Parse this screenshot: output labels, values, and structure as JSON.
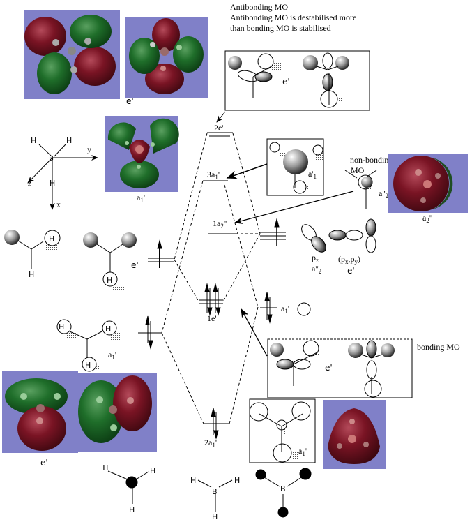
{
  "title_notes": {
    "line1": "Antibonding  MO",
    "line2": "Antibonding  MO is destabilised more",
    "line3": "than bonding  MO is stabilised"
  },
  "colors": {
    "render_bg": "#8080c8",
    "lobe_red": "#7a1424",
    "lobe_green": "#1f6e2a",
    "line": "#000000"
  },
  "axes": {
    "x": "x",
    "y": "y",
    "z": "z",
    "atom_center": "B",
    "h": "H"
  },
  "mo_levels": [
    {
      "id": "2e-prime",
      "label": "2e'",
      "kind": "antibonding",
      "electrons": 0
    },
    {
      "id": "3a1-prime",
      "label": "3a",
      "sub": "1",
      "sup": "'",
      "kind": "antibonding",
      "electrons": 0
    },
    {
      "id": "1a2-dprime",
      "label": "1a",
      "sub": "2",
      "sup": "''",
      "kind": "non-bonding",
      "electrons": 0
    },
    {
      "id": "1e-prime",
      "label": "1e'",
      "kind": "bonding",
      "electrons": 4
    },
    {
      "id": "2a1-prime",
      "label": "2a",
      "sub": "1",
      "sup": "'",
      "kind": "bonding",
      "electrons": 2
    }
  ],
  "fragment_left": {
    "e_prime_label": "e'",
    "a1_prime_label": "a",
    "a1_sub": "1",
    "a1_sup": "'",
    "h_label": "H"
  },
  "fragment_right": {
    "pz_label": "p",
    "pz_sub": "z",
    "pz_sym": "a''",
    "pz_sym_sub": "2",
    "pxpy_label": "(p",
    "pxpy_x": "x",
    "pxpy_y": "y",
    "pxpy_sym": "e'",
    "a1_label": "a",
    "a1_sub": "1",
    "a1_sup": "'"
  },
  "callouts": {
    "antibonding_e": "e'",
    "a1_box_label": "a'",
    "a1_box_sub": "1",
    "nonbonding_title": "non-bonding",
    "nonbonding_mo": "MO",
    "nonbonding_sym": "a''",
    "nonbonding_sym_sub": "2",
    "bonding_mo": "bonding  MO",
    "bonding_e": "e'",
    "bottom_a1": "a",
    "bottom_a1_sub": "1",
    "bottom_a1_sup": "'"
  },
  "render_labels": {
    "top_e": "e'",
    "a1_render": "a",
    "a1_render_sub": "1",
    "a1_render_sup": "'",
    "a2_render": "a",
    "a2_render_sub": "2",
    "a2_render_sup": "''",
    "bottom_e": "e'"
  },
  "bottom_structures": {
    "h": "H",
    "b": "B"
  }
}
